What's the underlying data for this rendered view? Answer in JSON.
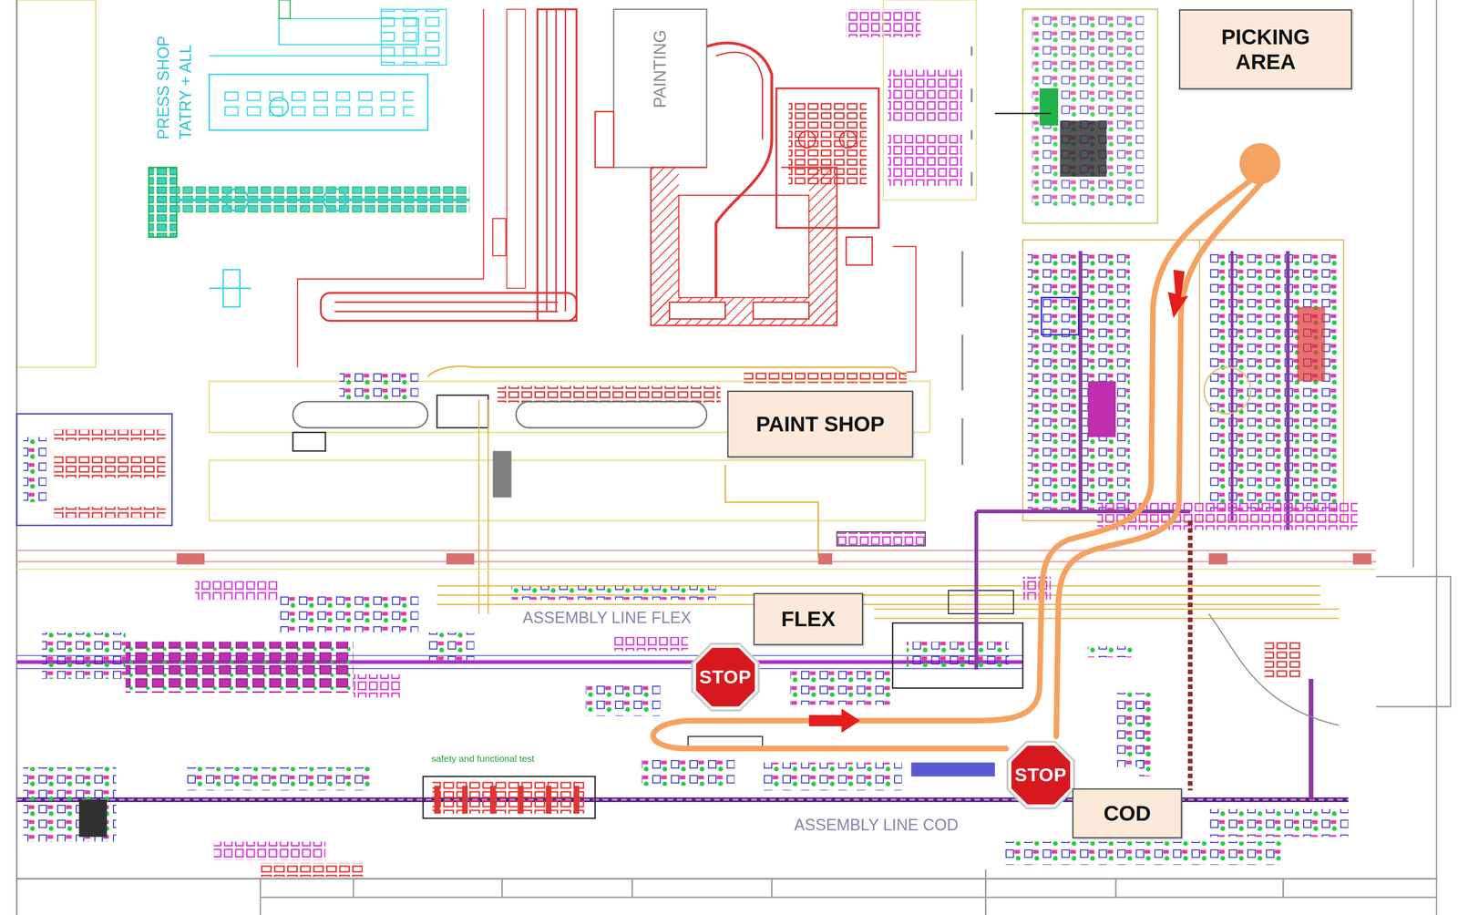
{
  "diagram": {
    "nodes": [
      {
        "text": [
          "PICKING AREA"
        ]
      },
      {
        "text": [
          "PAINT SHOP"
        ]
      },
      {
        "text": [
          "FLEX"
        ]
      },
      {
        "text": [
          "STOP"
        ]
      },
      {
        "text": [
          "STOP"
        ]
      },
      {
        "text": [
          "COD"
        ]
      }
    ],
    "labels": [
      "PAINTING",
      "PRESS SHOP",
      "TATRY + ALL",
      "ASSEMBLY LINE FLEX",
      "ASSEMBLY LINE COD",
      "safety and functional test"
    ]
  }
}
